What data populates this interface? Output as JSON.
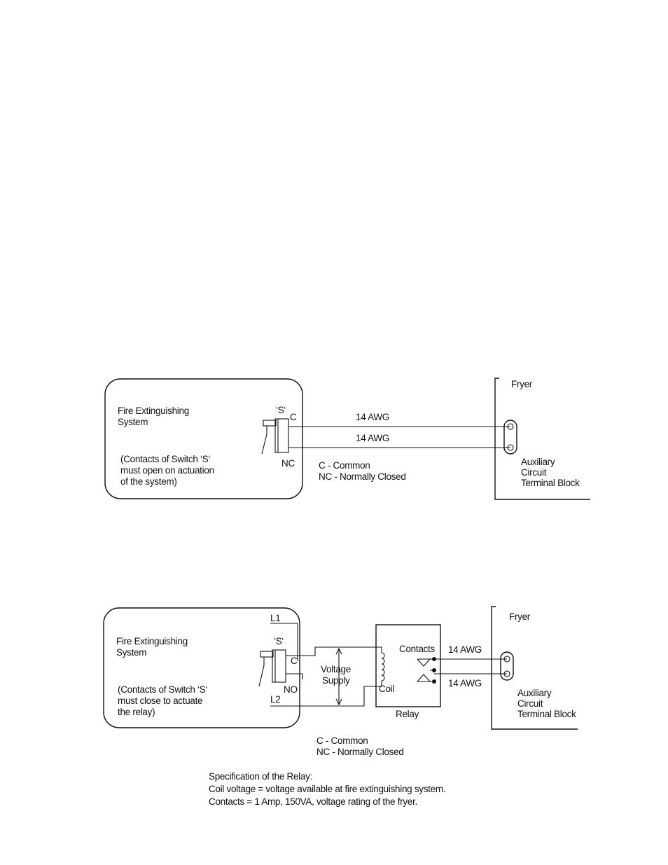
{
  "diagram1": {
    "system_label_1": "Fire Extinguishing",
    "system_label_2": "System",
    "note_1": "(Contacts of Switch ‘S‘",
    "note_2": "must open on actuation",
    "note_3": "of the system)",
    "switch_label": "‘S‘",
    "terminal_c": "C",
    "terminal_nc": "NC",
    "wire_top": "14 AWG",
    "wire_bottom": "14 AWG",
    "legend_c": "C - Common",
    "legend_nc": "NC - Normally Closed",
    "fryer": "Fryer",
    "terminal_block_1": "Auxiliary",
    "terminal_block_2": "Circuit",
    "terminal_block_3": "Terminal Block"
  },
  "diagram2": {
    "system_label_1": "Fire Extinguishing",
    "system_label_2": "System",
    "note_1": "(Contacts of Switch ‘S‘",
    "note_2": "must close to actuate",
    "note_3": "the relay)",
    "l1": "L1",
    "l2": "L2",
    "switch_label": "‘S‘",
    "terminal_c": "C",
    "terminal_no": "NO",
    "voltage_1": "Voltage",
    "voltage_2": "Supply",
    "coil": "Coil",
    "contacts": "Contacts",
    "relay": "Relay",
    "wire_top": "14 AWG",
    "wire_bottom": "14 AWG",
    "fryer": "Fryer",
    "terminal_block_1": "Auxiliary",
    "terminal_block_2": "Circuit",
    "terminal_block_3": "Terminal Block",
    "legend_c": "C - Common",
    "legend_nc": "NC - Normally Closed"
  },
  "spec": {
    "title": "Specification of the Relay:",
    "line_1": "Coil voltage = voltage available at fire extinguishing system.",
    "line_2": "Contacts = 1 Amp, 150VA, voltage rating of the fryer."
  }
}
